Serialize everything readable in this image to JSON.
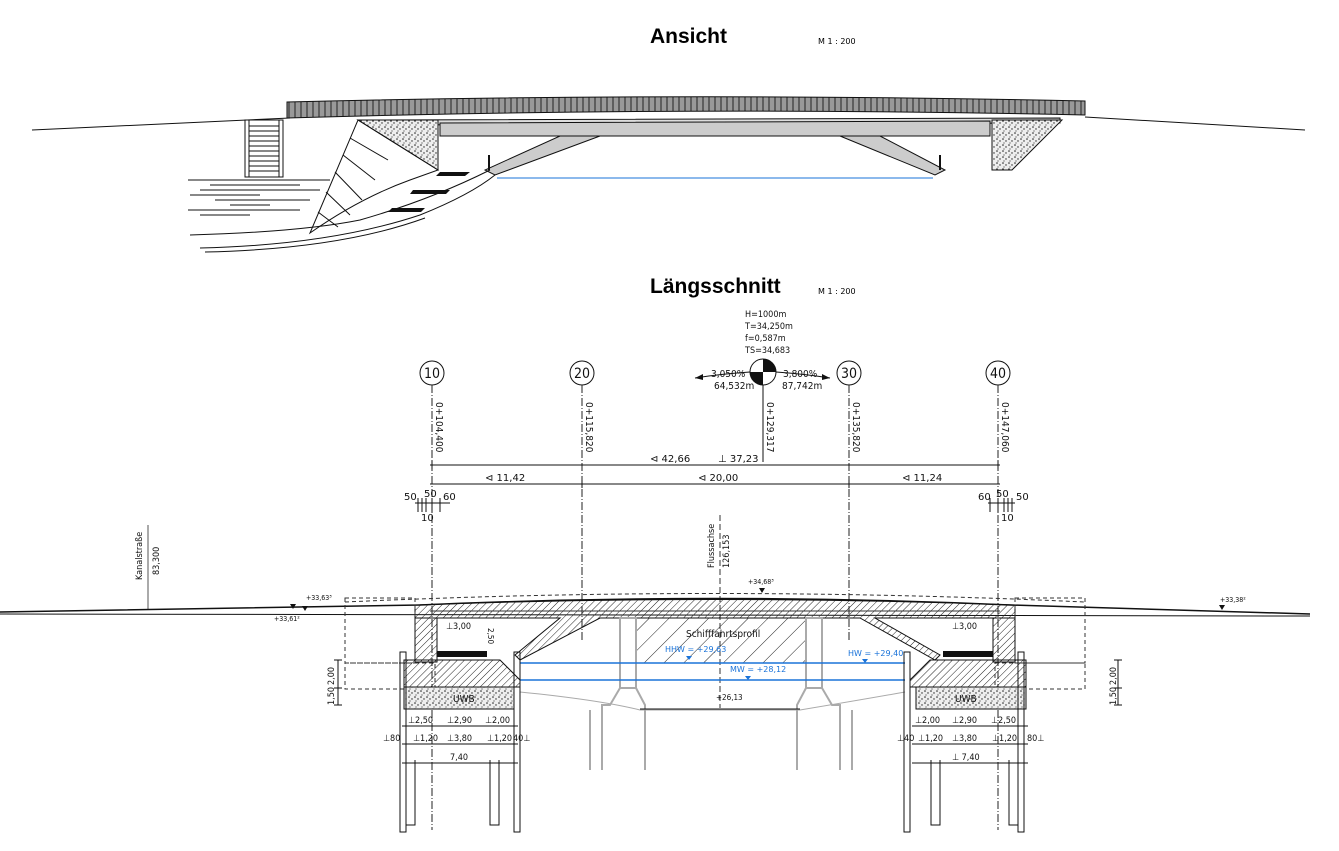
{
  "view_title": "Ansicht",
  "view_scale": "M 1 : 200",
  "section_title": "Längsschnitt",
  "section_scale": "M 1 : 200",
  "curve": {
    "H": "H=1000m",
    "T": "T=34,250m",
    "f": "f=0,587m",
    "TS": "TS=34,683",
    "left_slope": "3,050%",
    "left_length": "64,532m",
    "right_slope": "3,800%",
    "right_length": "87,742m",
    "vertex_station": "0+129,317"
  },
  "axes": [
    {
      "label": "10",
      "station": "0+104,400"
    },
    {
      "label": "20",
      "station": "0+115,820"
    },
    {
      "label": "30",
      "station": "0+135,820"
    },
    {
      "label": "40",
      "station": "0+147,060"
    }
  ],
  "dims": {
    "total_a": "⊲ 42,66",
    "total_b": "⊥ 37,23",
    "span1": "⊲ 11,42",
    "span2": "⊲ 20,00",
    "span3": "⊲ 11,24",
    "left_small": [
      "50",
      "50",
      "60",
      "10"
    ],
    "right_small": [
      "60",
      "50",
      "50",
      "10"
    ]
  },
  "road": {
    "name": "Kanalstraße",
    "station": "83,300"
  },
  "river_axis": {
    "name": "Flussachse",
    "station": "126,153"
  },
  "levels": {
    "left_top": "+33,63³",
    "left_bottom": "+33,61²",
    "crown": "+34,68³",
    "right": "+33,38²",
    "riverbed": "+26,13"
  },
  "water": {
    "hhw": "HHW = +29,63",
    "mw": "MW = +28,12",
    "hw": "HW = +29,40"
  },
  "clearance_label": "Schifffahrtsprofil",
  "abutment": {
    "uwb": "UWB",
    "cell_width": "⊥3,00",
    "cell_height": "2,50",
    "row1_left": [
      "⊥2,50",
      "⊥2,90",
      "⊥2,00"
    ],
    "row2_left": [
      "⊥80",
      "⊥1,20",
      "⊥3,80",
      "⊥1,20",
      "40⊥"
    ],
    "total_left": "7,40",
    "row1_right": [
      "⊥2,00",
      "⊥2,90",
      "⊥2,50"
    ],
    "row2_right": [
      "⊥40",
      "⊥1,20",
      "⊥3,80",
      "⊥1,20",
      "80⊥"
    ],
    "total_right": "⊥ 7,40",
    "side_dims": [
      "1,50",
      "2,00"
    ]
  },
  "colors": {
    "water": "#1a73d9",
    "ink": "#111111"
  }
}
